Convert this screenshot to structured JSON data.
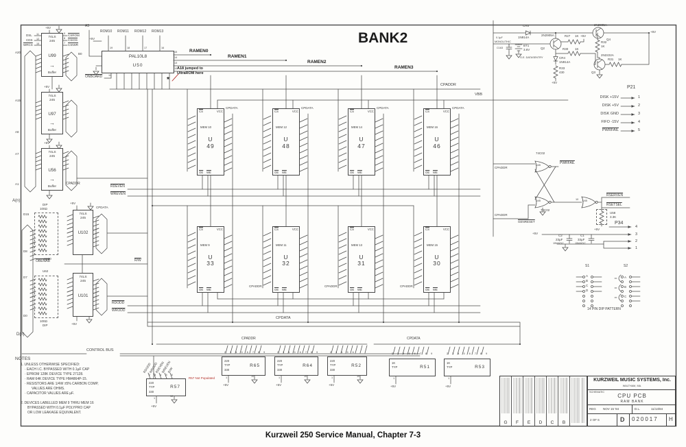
{
  "sheet": {
    "bank_title": "BANK2",
    "caption": "Kurzweil 250 Service Manual, Chapter 7-3",
    "jumper_note": "A18 jumped to UltraROM here",
    "asterisk": "*",
    "control_bus": "CONTROL BUS"
  },
  "sym": {
    "plus5": "+5V"
  },
  "buses": {
    "cpaddr": "CPADDR",
    "cpdata": "CPDATA",
    "vbb": "VBB",
    "an": "A(n)",
    "dn": "D(n)",
    "rw": "R/W",
    "obenab": "OBENAB",
    "a20": "A20",
    "a15": "A15",
    "a8": "A8",
    "a7": "A7",
    "a1": "A1",
    "b0": "B0",
    "d15": "D15",
    "d8": "D8",
    "d7": "D7",
    "d0": "D0"
  },
  "enables": {
    "rdeven": "RDEVEN",
    "wreven": "WREVEN",
    "rdodd": "RDODD",
    "wrodd": "WRODD"
  },
  "pal": {
    "part": "PAL10L8",
    "ref": "U50",
    "rom_inputs": [
      "ROM10",
      "ROM11",
      "ROM12",
      "ROM13"
    ],
    "rom_pins": [
      "19",
      "18",
      "17",
      "16"
    ],
    "out_pins": [
      "15",
      "14",
      "13",
      "12"
    ],
    "onboard": "ONBOARD",
    "onboard_pin": "11",
    "a5": "A5"
  },
  "ramen": [
    "RAMEN0",
    "RAMEN1",
    "RAMEN2",
    "RAMEN3"
  ],
  "buffers": {
    "u99": {
      "part": "74LS\n245",
      "ref": "U99",
      "tag": "Buffer",
      "in0": "DSL",
      "in1": "CDS",
      "in2": "WRCS",
      "p0": "11",
      "p1": "12",
      "p2": "15",
      "out0": "CSROM",
      "out1": "CSIOS",
      "out2": "CSIWR",
      "q0": "9",
      "q1": "8",
      "q2": "7"
    },
    "u97": {
      "part": "74LS\n245",
      "ref": "U97",
      "tag": "Buffer"
    },
    "u56": {
      "part": "74LS\n245",
      "ref": "U56",
      "tag": "Buffer"
    },
    "u102": {
      "part": "74LS\n245",
      "ref": "U102"
    },
    "u101": {
      "part": "74LS\n245",
      "ref": "U101"
    },
    "u100": {
      "ref": "U100",
      "l1": "DIP",
      "l2": "100Ω"
    },
    "u62": {
      "ref": "U62",
      "l1": "100Ω",
      "l2": "DIP"
    }
  },
  "mems": [
    {
      "mem": "MEM 10",
      "ref": "U\n49"
    },
    {
      "mem": "MEM 12",
      "ref": "U\n48"
    },
    {
      "mem": "MEM 14",
      "ref": "U\n47"
    },
    {
      "mem": "MEM 16",
      "ref": "U\n46"
    },
    {
      "mem": "MEM 9",
      "ref": "U\n33"
    },
    {
      "mem": "MEM 11",
      "ref": "U\n32"
    },
    {
      "mem": "MEM 13",
      "ref": "U\n31"
    },
    {
      "mem": "MEM 15",
      "ref": "U\n30"
    }
  ],
  "mem_pins": {
    "cs": "CS",
    "vcc": "VCC",
    "oe": "OE",
    "we": "WE"
  },
  "power": {
    "cr5": "CR5",
    "cr5_val": "1N914A",
    "q2": "Q2",
    "q2_val": "2N2905A",
    "q4": "Q4",
    "q4_val": "2N2905A",
    "q3": "Q3",
    "q3_val": "2N2222A",
    "cr4": "CR4",
    "cr4_val": "1N914A",
    "r27": "R27",
    "r27_val": "1K",
    "r30": "R30",
    "r30_val": "1K",
    "r32": "R32",
    "r32_val": "1K",
    "r31": "R31",
    "r31_val": "1K",
    "r33": "R33",
    "r33_val": "430",
    "bt1": "BT1",
    "bt1_v": "3.6V",
    "bt1_note": "G.E. DATASENTRY",
    "c163": "C163",
    "c163_val": "0.1µF",
    "c163_note": "MONOLITHIC"
  },
  "p21": {
    "title": "P21",
    "rows": [
      {
        "label": "DISK +15V",
        "pin": "1"
      },
      {
        "label": "DISK +5V",
        "pin": "2"
      },
      {
        "label": "DISK GND",
        "pin": "3"
      },
      {
        "label": "FIFO -15V",
        "pin": "4"
      },
      {
        "label": "PWRFAIL",
        "pin": "5"
      }
    ]
  },
  "latch": {
    "gate": "74C02",
    "ref": "U45",
    "pwrfail": "PWRFAIL",
    "cpaddr": "CPADDR",
    "genreset": "GENRESET",
    "rserven": "RSERVEN",
    "rsetsel": "RSETSEL",
    "pin10": "10",
    "u58": "U58",
    "u58_val": "3.3K"
  },
  "p34": {
    "title": "P34",
    "pins": [
      "4",
      "3",
      "2",
      "1"
    ],
    "c2": "C2",
    "c2_val": "23µF",
    "c2_volt": "15WVDC",
    "c1": "C1",
    "c1_val": "33µF",
    "c1_volt": "15WVDC"
  },
  "switches": {
    "s1": "S1",
    "s2": "S2",
    "s1_rows": [
      "A",
      "B",
      "C",
      "D"
    ],
    "s2_rows": [
      "A",
      "B",
      "C"
    ],
    "caption": "14 PIN DIP PATTERN"
  },
  "rnets": {
    "r57": {
      "ref": "R57",
      "v1": "220",
      "typ": "TYP",
      "v2": "330",
      "pins_top": "2 3 4 5 6",
      "p1": "1",
      "p10": "10",
      "note": "R57 Not Populated"
    },
    "addr": [
      {
        "ref": "R65",
        "v1": "220",
        "typ": "TYP",
        "v2": "330",
        "pins_top": "2 3 4 5 6 7 8 9",
        "p1": "1",
        "p10": "10"
      },
      {
        "ref": "R64",
        "v1": "220",
        "typ": "TYP",
        "v2": "330",
        "pins_top": "2 3 4 5 6 7 8 9",
        "p1": "1",
        "p10": "10"
      },
      {
        "ref": "R52",
        "v1": "220",
        "typ": "TYP",
        "v2": "330",
        "pins_top": "2 3 4 5 6",
        "p1": "1",
        "p10": "10"
      }
    ],
    "data": [
      {
        "ref": "R51",
        "val": "1K",
        "typ": "TYP",
        "pins_top": "2 3 4 5 6 7 8 9",
        "p1": "1"
      },
      {
        "ref": "R53",
        "val": "1K",
        "typ": "TYP",
        "pins_top": "2 3 4 5 6 7 8 9",
        "p1": "1"
      }
    ]
  },
  "notes": {
    "title": "NOTES",
    "l1": "1. UNLESS OTHERWISE SPECIFIED:",
    "l2": "· EACH I.C. BYPASSED WITH 0.1µF CAP",
    "l3": "· EPROM 128K DEVICE TYPE 27128.",
    "l4": "· RAM 64K DEVICE TYPE HM4864P-15.",
    "l5": "· RESISTORS ARE 1/4W ±5% CARBON COMP,",
    "l6": "VALUES ARE OHMS.",
    "l7": "· CAPACITOR VALUES ARE µF.",
    "l8": "2. DEVICES LABELLED MEM 9 THRU MEM 16",
    "l9": "BYPASSED WITH 0.1µF POLYPRO CAP",
    "l10": "OR LOW LEAKAGE EQUIVALENT."
  },
  "titleblock": {
    "company": "KURZWEIL MUSIC SYSTEMS, Inc.",
    "city": "WALTHAM, MA.",
    "doc": "SCHEMATIC",
    "t1": "CPU PCB",
    "t2": "RAM BANK",
    "drawn": "REG",
    "date1": "NOV 15 '84",
    "eng": "D.L.",
    "date2": "11/13/84",
    "sheet": "2 OF 6",
    "size": "D",
    "number": "020017",
    "rev": "H",
    "rev_letters": [
      "G",
      "F",
      "E",
      "D",
      "C",
      "B"
    ]
  }
}
